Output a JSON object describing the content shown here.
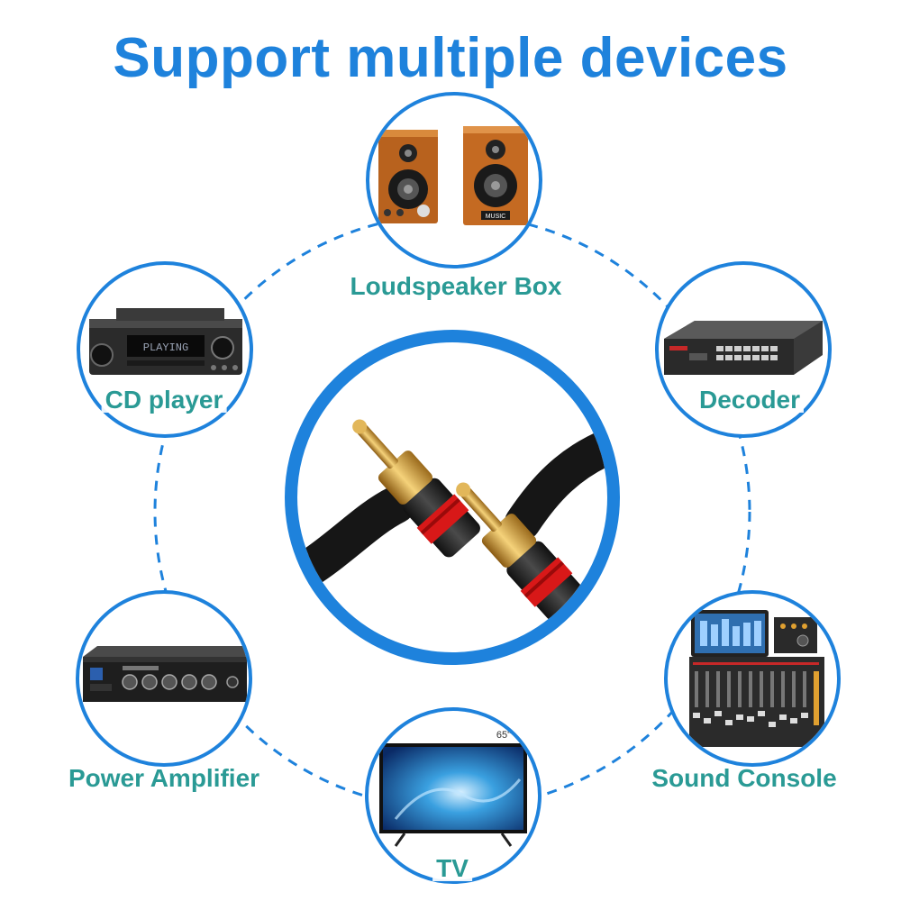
{
  "headline": "Support multiple devices",
  "colors": {
    "accent": "#1e82dc",
    "label": "#2a9a95"
  },
  "center": {
    "icon": "rca-plug-icon"
  },
  "devices": {
    "speaker": {
      "label": "Loudspeaker Box",
      "icon": "loudspeaker-icon",
      "badge": "MUSIC"
    },
    "cd": {
      "label": "CD player",
      "icon": "cd-player-icon",
      "display": "PLAYING"
    },
    "decoder": {
      "label": "Decoder",
      "icon": "decoder-icon"
    },
    "amp": {
      "label": "Power Amplifier",
      "icon": "amplifier-icon"
    },
    "tv": {
      "label": "TV",
      "icon": "tv-icon",
      "size": "65\""
    },
    "console": {
      "label": "Sound Console",
      "icon": "mixing-console-icon"
    }
  }
}
